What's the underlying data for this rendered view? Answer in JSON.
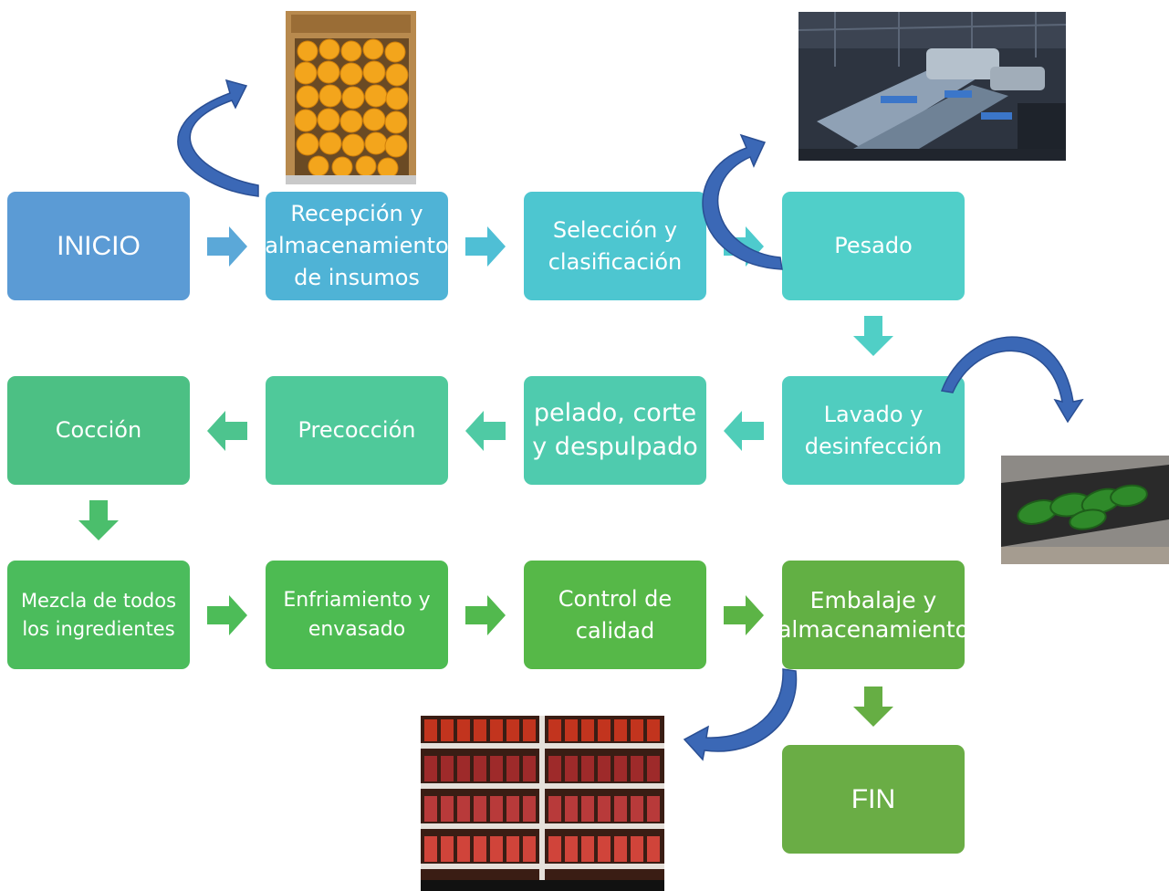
{
  "steps": {
    "inicio": "INICIO",
    "recepcion": "Recepción y almacenamiento de insumos",
    "seleccion": "Selección y clasificación",
    "pesado": "Pesado",
    "lavado": "Lavado y desinfección",
    "pelado": "pelado, corte y despulpado",
    "precoccion": "Precocción",
    "coccion": "Cocción",
    "mezcla": "Mezcla de todos los ingredientes",
    "enfriamiento": "Enfriamiento y envasado",
    "control": "Control de calidad",
    "embalaje": "Embalaje y almacenamiento",
    "fin": "FIN"
  },
  "colors": {
    "blue_box": "#5b9bd5",
    "teal_1": "#4fb3d6",
    "teal_2": "#4dc6d0",
    "teal_3": "#50cfc9",
    "green_1": "#4fc99a",
    "green_2": "#4cc084",
    "green_3": "#4bbc5c",
    "green_4": "#56b848",
    "green_5": "#62b044",
    "curved_arrow": "#3b68b6"
  },
  "photos": {
    "oranges": "crate of oranges",
    "factory": "processing plant conveyor",
    "cucumbers": "cucumbers on washing belt",
    "jars": "shelves of jam jars"
  }
}
